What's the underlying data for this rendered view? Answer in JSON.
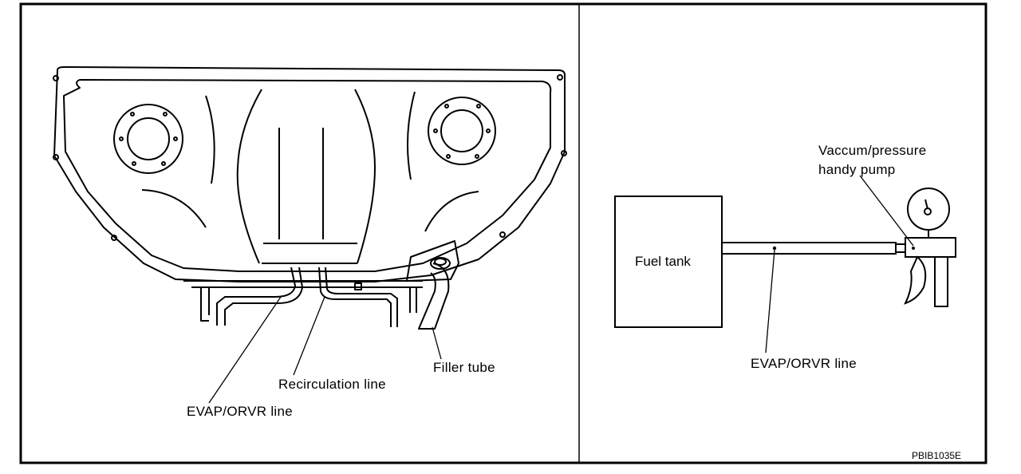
{
  "left_panel": {
    "labels": {
      "filler_tube": "Filler tube",
      "recirculation_line": "Recirculation line",
      "evap_orvr_line": "EVAP/ORVR line"
    }
  },
  "right_panel": {
    "fuel_tank_label": "Fuel tank",
    "pump_label_line1": "Vaccum/pressure",
    "pump_label_line2": "handy pump",
    "evap_orvr_line": "EVAP/ORVR line"
  },
  "figure_code": "PBIB1035E",
  "colors": {
    "ink": "#000000",
    "paper": "#ffffff"
  }
}
